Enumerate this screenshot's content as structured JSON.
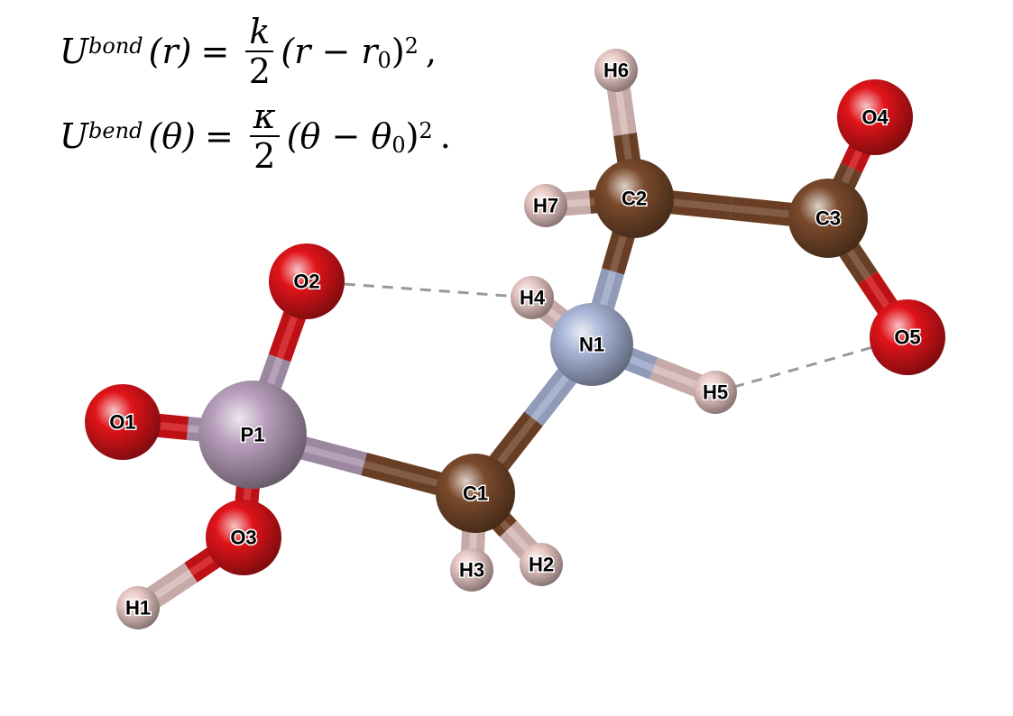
{
  "equations": {
    "bond": {
      "lhs_sym": "U",
      "lhs_sup": "bond",
      "arg": "(r)",
      "eq": "=",
      "num": "k",
      "den": "2",
      "rhs": "(r − r",
      "rhs_sub": "0",
      "rhs_close": ")",
      "pow": "2",
      "tail": ","
    },
    "bend": {
      "lhs_sym": "U",
      "lhs_sup": "bend",
      "arg": "(θ)",
      "eq": "=",
      "num": "κ",
      "den": "2",
      "rhs": "(θ − θ",
      "rhs_sub": "0",
      "rhs_close": ")",
      "pow": "2",
      "tail": "."
    }
  },
  "colors": {
    "O": "#e0141a",
    "P": "#b89fbc",
    "C": "#7a4a2c",
    "N": "#a9b6d8",
    "H": "#e8c8c4",
    "hbond": "#999999"
  },
  "molecule": {
    "atoms": [
      {
        "label": "H6",
        "element": "H"
      },
      {
        "label": "O4",
        "element": "O"
      },
      {
        "label": "H7",
        "element": "H"
      },
      {
        "label": "C2",
        "element": "C"
      },
      {
        "label": "C3",
        "element": "C"
      },
      {
        "label": "O2",
        "element": "O"
      },
      {
        "label": "H4",
        "element": "H"
      },
      {
        "label": "N1",
        "element": "N"
      },
      {
        "label": "O5",
        "element": "O"
      },
      {
        "label": "H5",
        "element": "H"
      },
      {
        "label": "O1",
        "element": "O"
      },
      {
        "label": "P1",
        "element": "P"
      },
      {
        "label": "C1",
        "element": "C"
      },
      {
        "label": "O3",
        "element": "O"
      },
      {
        "label": "H3",
        "element": "H"
      },
      {
        "label": "H2",
        "element": "H"
      },
      {
        "label": "H1",
        "element": "H"
      }
    ],
    "bonds": [
      [
        "H6",
        "C2"
      ],
      [
        "H7",
        "C2"
      ],
      [
        "C2",
        "C3"
      ],
      [
        "C2",
        "N1"
      ],
      [
        "C3",
        "O4"
      ],
      [
        "C3",
        "O5"
      ],
      [
        "N1",
        "H4"
      ],
      [
        "N1",
        "H5"
      ],
      [
        "N1",
        "C1"
      ],
      [
        "C1",
        "P1"
      ],
      [
        "C1",
        "H3"
      ],
      [
        "C1",
        "H2"
      ],
      [
        "P1",
        "O1"
      ],
      [
        "P1",
        "O2"
      ],
      [
        "P1",
        "O3"
      ],
      [
        "O3",
        "H1"
      ]
    ],
    "hydrogen_bonds": [
      [
        "O2",
        "H4"
      ],
      [
        "H5",
        "O5"
      ]
    ]
  }
}
